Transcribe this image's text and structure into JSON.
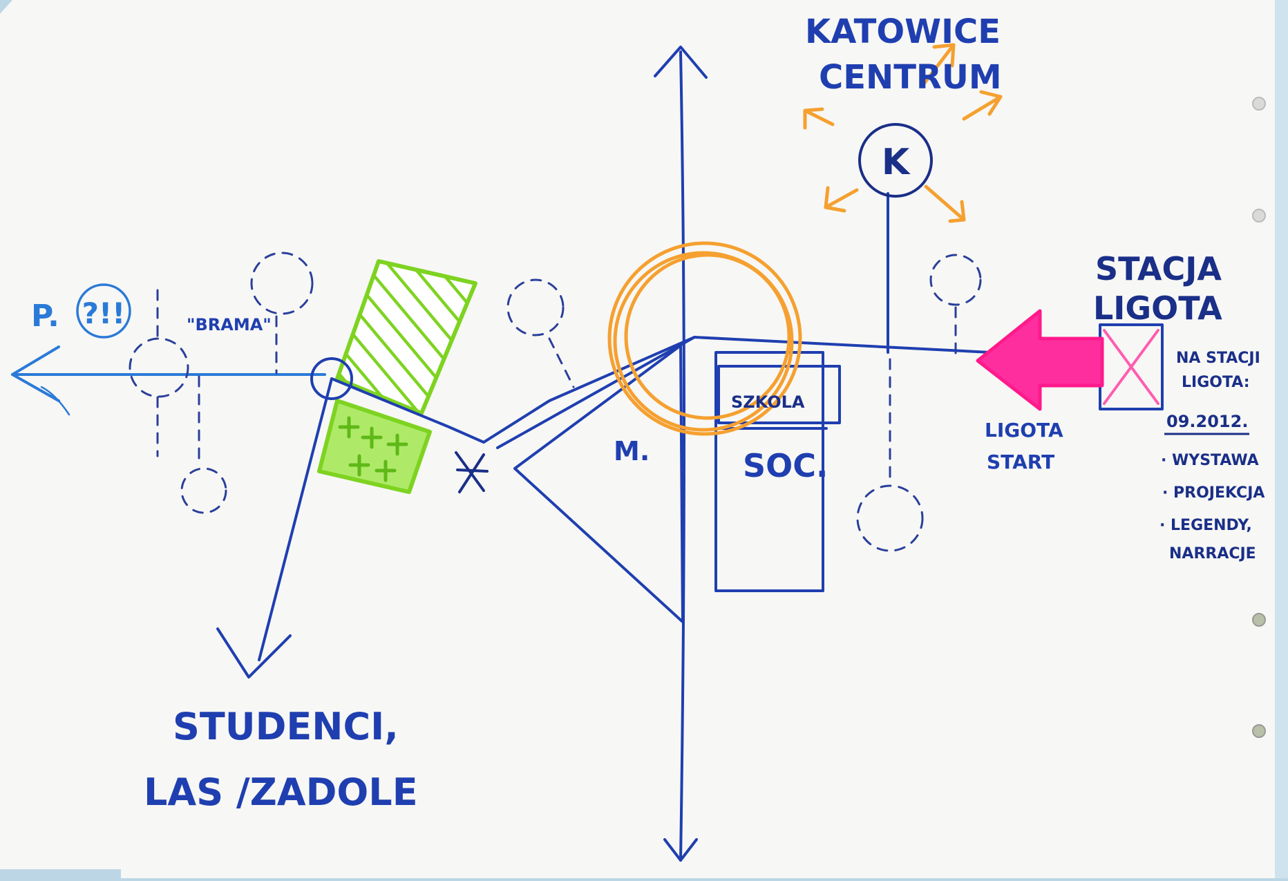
{
  "colors": {
    "ink_blue": "#1f3fb0",
    "light_blue": "#2a7ad8",
    "orange": "#f5a030",
    "green": "#7ed321",
    "magenta": "#ff2e9e",
    "paper": "#f7f7f5",
    "background": "#bcd6e6"
  },
  "labels": {
    "katowice_line1": "KATOWICE",
    "katowice_line2": "CENTRUM",
    "k_marker": "K",
    "p_label": "P.",
    "p_question": "?!!",
    "brama": "\"BRAMA\"",
    "studenci_line1": "STUDENCI,",
    "studenci_line2": "LAS /ZADOLE",
    "m_label": "M.",
    "szkola": "SZKOLA",
    "soc": "SOC.",
    "stacja_line1": "STACJA",
    "stacja_line2": "LIGOTA",
    "ligota_start_line1": "LIGOTA",
    "ligota_start_line2": "START"
  },
  "notes": {
    "line1": "NA STACJI",
    "line2": "LIGOTA:",
    "date": "09.2012.",
    "items": [
      "· WYSTAWA",
      "· PROJEKCJA",
      "· LEGENDY,",
      "NARRACJE"
    ]
  }
}
